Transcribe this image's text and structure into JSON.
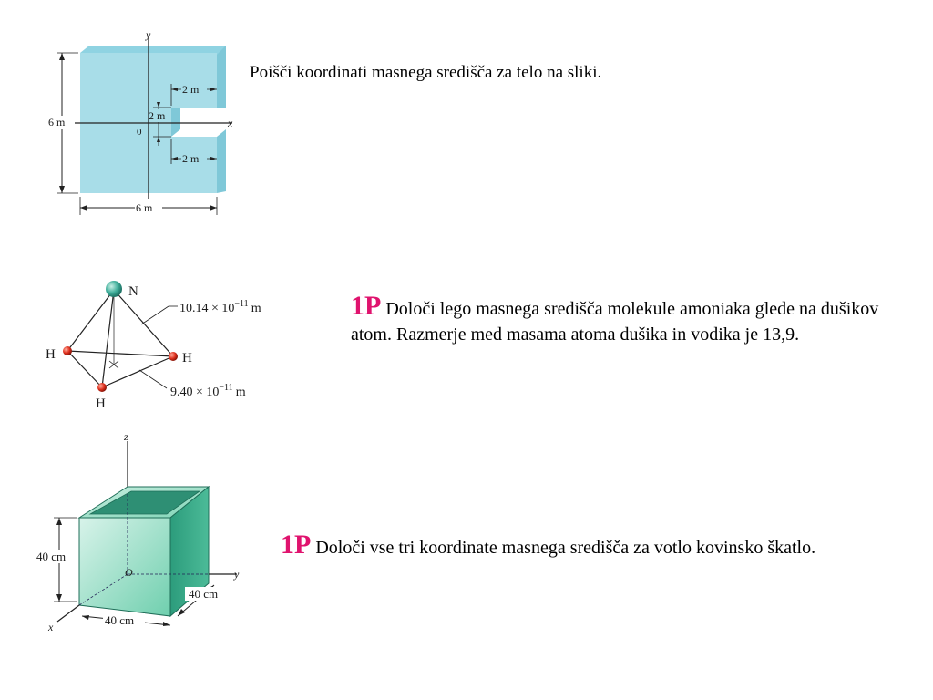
{
  "problem1": {
    "text": "Poišči koordinati masnega središča za telo na sliki.",
    "figure": {
      "axis_x": "x",
      "axis_y": "y",
      "origin": "0",
      "dim_height": "6 m",
      "dim_width": "6 m",
      "dim_notch_top": "2 m",
      "dim_notch_bottom": "2 m",
      "dim_notch_height": "2 m"
    }
  },
  "problem2": {
    "number": "1P",
    "text": "Določi lego masnega središča molekule amoniaka glede na dušikov atom. Razmerje med masama atoma dušika in vodika je 13,9.",
    "figure": {
      "atom_n": "N",
      "atom_h_left": "H",
      "atom_h_right": "H",
      "atom_h_bottom": "H",
      "dist_nh": "10.14 × 10",
      "dist_nh_exp": "−11",
      "dist_nh_unit": "m",
      "dist_hh": "9.40 × 10",
      "dist_hh_exp": "−11",
      "dist_hh_unit": "m"
    }
  },
  "problem3": {
    "number": "1P",
    "text": "Določi vse tri koordinate masnega središča za votlo kovinsko škatlo.",
    "figure": {
      "axis_x": "x",
      "axis_y": "y",
      "axis_z": "z",
      "origin": "O",
      "dim_height": "40 cm",
      "dim_width": "40 cm",
      "dim_depth": "40 cm"
    }
  },
  "colors": {
    "plate": "#a8dde8",
    "plate_edge": "#7fc8d8",
    "box_front": "#5cc4a4",
    "box_side": "#35a886",
    "atom_n": "#3fae9a",
    "atom_h": "#e0301e",
    "accent": "#e0136e"
  }
}
